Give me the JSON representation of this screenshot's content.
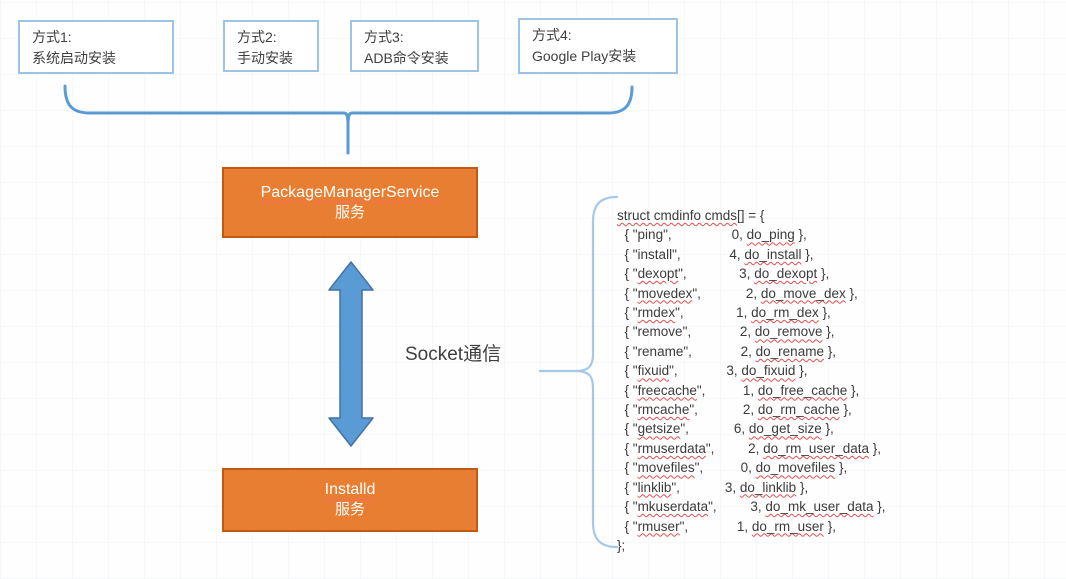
{
  "methods": [
    {
      "line1": "方式1:",
      "line2": "系统启动安装"
    },
    {
      "line1": "方式2:",
      "line2": "手动安装"
    },
    {
      "line1": "方式3:",
      "line2": "ADB命令安装"
    },
    {
      "line1": "方式4:",
      "line2": "Google Play安装"
    }
  ],
  "services": {
    "pms": {
      "name": "PackageManagerService",
      "subtitle": "服务"
    },
    "installd": {
      "name": "Installd",
      "subtitle": "服务"
    }
  },
  "connection": {
    "label": "Socket通信"
  },
  "code": {
    "lines": [
      [
        [
          "struct cmdinfo cmds",
          1
        ],
        [
          "[] = {",
          0
        ]
      ],
      [
        [
          "  { \"ping\",",
          0
        ],
        [
          "                0, ",
          0
        ],
        [
          "do_ping",
          1
        ],
        [
          " },",
          0
        ]
      ],
      [
        [
          "  { \"install\",",
          0
        ],
        [
          "             4, ",
          0
        ],
        [
          "do_install",
          1
        ],
        [
          " },",
          0
        ]
      ],
      [
        [
          "  { \"",
          0
        ],
        [
          "dexopt",
          1
        ],
        [
          "\",              3, ",
          0
        ],
        [
          "do_dexopt",
          1
        ],
        [
          " },",
          0
        ]
      ],
      [
        [
          "  { \"",
          0
        ],
        [
          "movedex",
          1
        ],
        [
          "\",            2, ",
          0
        ],
        [
          "do_move_dex",
          1
        ],
        [
          " },",
          0
        ]
      ],
      [
        [
          "  { \"",
          0
        ],
        [
          "rmdex",
          1
        ],
        [
          "\",              1, ",
          0
        ],
        [
          "do_rm_dex",
          1
        ],
        [
          " },",
          0
        ]
      ],
      [
        [
          "  { \"remove\",",
          0
        ],
        [
          "             2, ",
          0
        ],
        [
          "do_remove",
          1
        ],
        [
          " },",
          0
        ]
      ],
      [
        [
          "  { \"rename\",",
          0
        ],
        [
          "             2, ",
          0
        ],
        [
          "do_rename",
          1
        ],
        [
          " },",
          0
        ]
      ],
      [
        [
          "  { \"",
          0
        ],
        [
          "fixuid",
          1
        ],
        [
          "\",             3, ",
          0
        ],
        [
          "do_fixuid",
          1
        ],
        [
          " },",
          0
        ]
      ],
      [
        [
          "  { \"",
          0
        ],
        [
          "freecache",
          1
        ],
        [
          "\",          1, ",
          0
        ],
        [
          "do_free_cache",
          1
        ],
        [
          " },",
          0
        ]
      ],
      [
        [
          "  { \"",
          0
        ],
        [
          "rmcache",
          1
        ],
        [
          "\",            2, ",
          0
        ],
        [
          "do_rm_cache",
          1
        ],
        [
          " },",
          0
        ]
      ],
      [
        [
          "  { \"",
          0
        ],
        [
          "getsize",
          1
        ],
        [
          "\",            6, ",
          0
        ],
        [
          "do_get_size",
          1
        ],
        [
          " },",
          0
        ]
      ],
      [
        [
          "  { \"",
          0
        ],
        [
          "rmuserdata",
          1
        ],
        [
          "\",         2, ",
          0
        ],
        [
          "do_rm_user_data",
          1
        ],
        [
          " },",
          0
        ]
      ],
      [
        [
          "  { \"",
          0
        ],
        [
          "movefiles",
          1
        ],
        [
          "\",          0, ",
          0
        ],
        [
          "do_movefiles",
          1
        ],
        [
          " },",
          0
        ]
      ],
      [
        [
          "  { \"",
          0
        ],
        [
          "linklib",
          1
        ],
        [
          "\",            3, ",
          0
        ],
        [
          "do_linklib",
          1
        ],
        [
          " },",
          0
        ]
      ],
      [
        [
          "  { \"",
          0
        ],
        [
          "mkuserdata",
          1
        ],
        [
          "\",         3, ",
          0
        ],
        [
          "do_mk_user_data",
          1
        ],
        [
          " },",
          0
        ]
      ],
      [
        [
          "  { \"",
          0
        ],
        [
          "rmuser",
          1
        ],
        [
          "\",             1, ",
          0
        ],
        [
          "do_rm_user",
          1
        ],
        [
          " },",
          0
        ]
      ],
      [
        [
          "};",
          0
        ]
      ]
    ]
  },
  "colors": {
    "accent_blue": "#5B9BD5",
    "light_blue_border": "#9DC3E6",
    "code_brace_blue": "#A6C8E8",
    "orange_fill": "#E87E31",
    "orange_border": "#C05A15",
    "text_dark": "#3F3F3F",
    "squiggle_red": "#E04F4F"
  }
}
